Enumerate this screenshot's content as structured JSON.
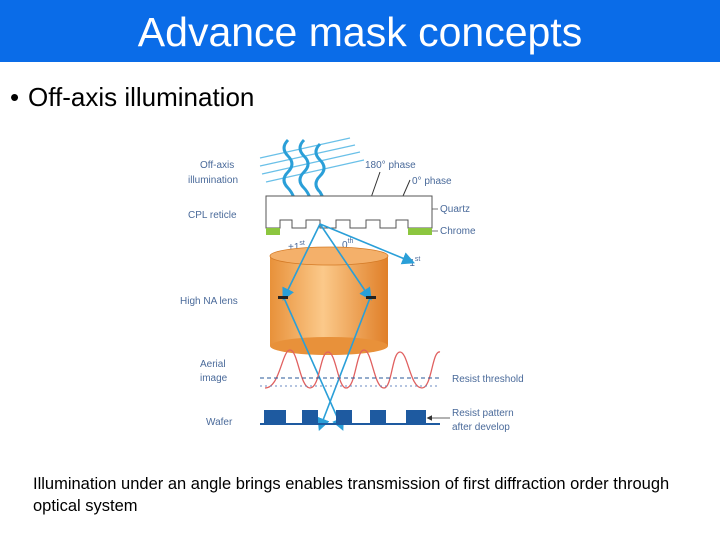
{
  "slide": {
    "title": "Advance mask concepts",
    "bullet": "Off-axis illumination",
    "caption": "Illumination under an angle brings enables transmission of first diffraction order through optical system"
  },
  "figure": {
    "labels": {
      "off_axis": [
        "Off-axis",
        "illumination"
      ],
      "phase180": "180° phase",
      "phase0": "0° phase",
      "cpl": "CPL reticle",
      "quartz": "Quartz",
      "chrome": "Chrome",
      "plus1": "+1",
      "plus1_sup": "st",
      "zero": "0",
      "zero_sup": "th",
      "minus1": "-1",
      "minus1_sup": "st",
      "lens": "High NA lens",
      "aerial": [
        "Aerial",
        "image"
      ],
      "resist_threshold": "Resist threshold",
      "wafer": "Wafer",
      "resist_pattern": [
        "Resist pattern",
        "after develop"
      ]
    },
    "colors": {
      "title_bar": "#0a6ce8",
      "label": "#4a6a9a",
      "light": "#2a9fd8",
      "chrome": "#8cc63f",
      "lens": "#f0a050",
      "aerial": "#e06060",
      "wafer": "#1e5aa0"
    }
  }
}
